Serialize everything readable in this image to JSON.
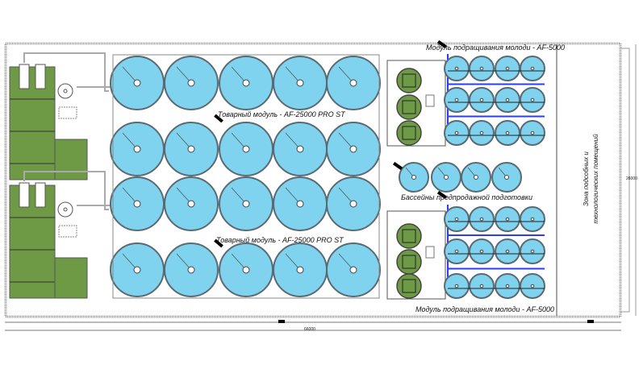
{
  "labels": {
    "commercial_module_top": "Товарный модуль - AF-25000 PRO ST",
    "commercial_module_bottom": "Товарный модуль - AF-25000 PRO ST",
    "fry_module_top": "Модуль подращивания молоди - AF-5000",
    "fry_module_bottom": "Модуль подращивания молоди - AF-5000",
    "presale_pools": "Бассейны предпродажной подготовки",
    "utility_zone_line1": "Зона подсобных и",
    "utility_zone_line2": "технологических помещений"
  },
  "dimensions": {
    "length": "66000",
    "width": "26000"
  },
  "colors": {
    "tank_water": "#7fd3ee",
    "tank_rim": "#5a6a72",
    "equipment_green": "#6f9a45",
    "pipe_blue": "#2a3cff"
  }
}
